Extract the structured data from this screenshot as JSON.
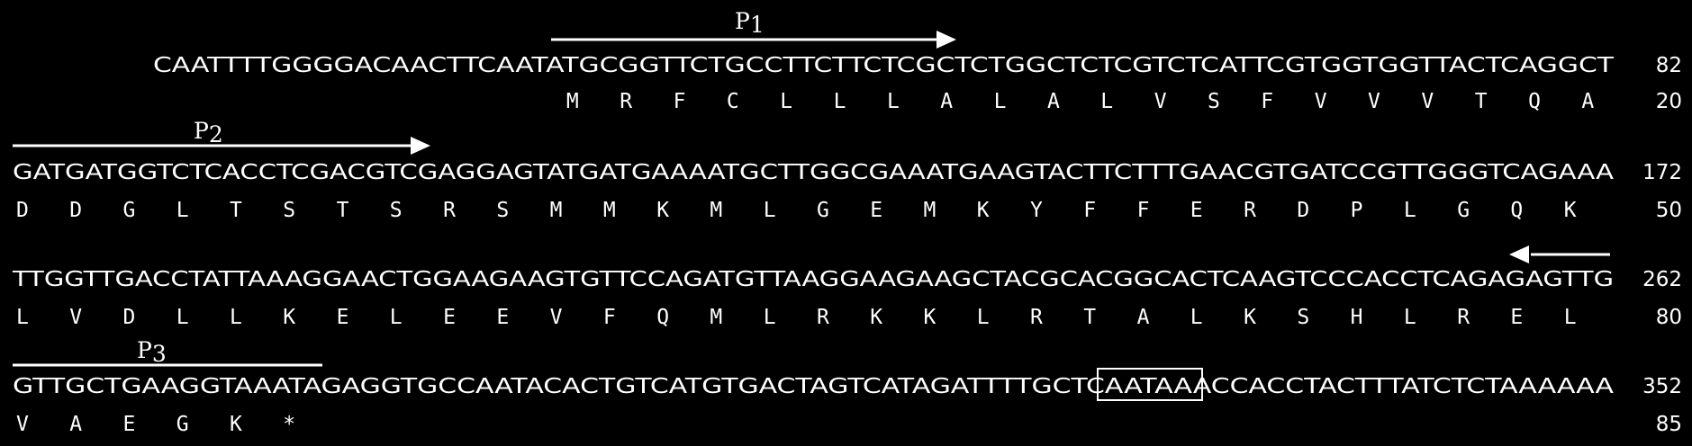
{
  "blocks": [
    {
      "nt": "CAATTTTGGGGACAACTTCAATATGCGGTTCTGCCTTCTTCTCGCTCTGGCTCTCGTCTCATTCGTGGTGGTTACTCAGGCT",
      "nt_end": "82",
      "aa": [
        "M",
        "R",
        "F",
        "C",
        "L",
        "L",
        "L",
        "A",
        "L",
        "A",
        "L",
        "V",
        "S",
        "F",
        "V",
        "V",
        "V",
        "T",
        "Q",
        "A"
      ],
      "aa_end": "20"
    },
    {
      "nt": "GATGATGGTCTCACCTCGACGTCGAGGAGTATGATGAAAATGCTTGGCGAAATGAAGTACTTCTTTGAACGTGATCCGTTGGGTCAGAAA",
      "nt_end": "172",
      "aa": [
        "D",
        "D",
        "G",
        "L",
        "T",
        "S",
        "T",
        "S",
        "R",
        "S",
        "M",
        "M",
        "K",
        "M",
        "L",
        "G",
        "E",
        "M",
        "K",
        "Y",
        "F",
        "F",
        "E",
        "R",
        "D",
        "P",
        "L",
        "G",
        "Q",
        "K"
      ],
      "aa_end": "50"
    },
    {
      "nt": "TTGGTTGACCTATTAAAGGAACTGGAAGAAGTGTTCCAGATGTTAAGGAAGAAGCTACGCACGGCACTCAAGTCCCACCTCAGAGAGTTG",
      "nt_end": "262",
      "aa": [
        "L",
        "V",
        "D",
        "L",
        "L",
        "K",
        "E",
        "L",
        "E",
        "E",
        "V",
        "F",
        "Q",
        "M",
        "L",
        "R",
        "K",
        "K",
        "L",
        "R",
        "T",
        "A",
        "L",
        "K",
        "S",
        "H",
        "L",
        "R",
        "E",
        "L"
      ],
      "aa_end": "80"
    },
    {
      "nt": "GTTGCTGAAGGTAAATAGAGGTGCCAATACACTGTCATGTGACTAGTCATAGATTTTGCTCAATAAACCACCTACTTTATCTCTAAAAAA",
      "nt_end": "352",
      "aa": [
        "V",
        "A",
        "E",
        "G",
        "K",
        "*"
      ],
      "aa_end": "85"
    }
  ],
  "primers": [
    {
      "label": "P",
      "sub": "1"
    },
    {
      "label": "P",
      "sub": "2"
    },
    {
      "label": "P",
      "sub": "3"
    }
  ],
  "motif": "AATAAA"
}
